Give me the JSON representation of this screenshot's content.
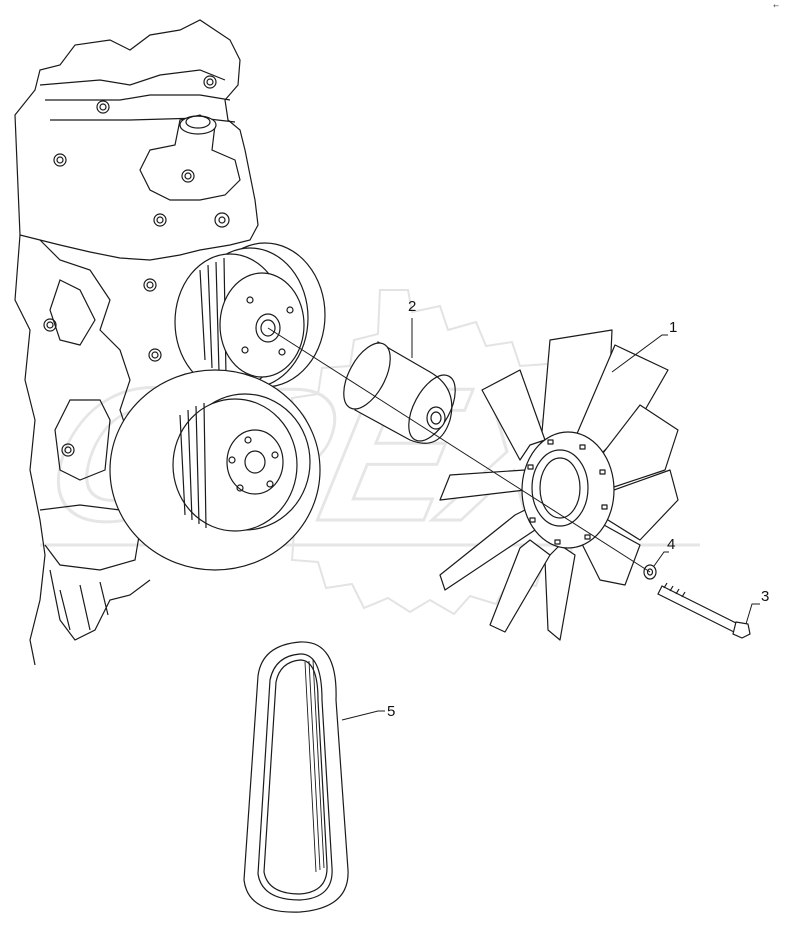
{
  "diagram": {
    "corner_mark": "←",
    "watermark_text": "OPEX",
    "callouts": [
      {
        "id": "1",
        "label": "1",
        "part": "fan"
      },
      {
        "id": "2",
        "label": "2",
        "part": "spacer"
      },
      {
        "id": "3",
        "label": "3",
        "part": "bolt"
      },
      {
        "id": "4",
        "label": "4",
        "part": "washer"
      },
      {
        "id": "5",
        "label": "5",
        "part": "belt"
      }
    ]
  },
  "colors": {
    "line": "#1a1a1a",
    "watermark": "#e9e9e9",
    "background": "#ffffff"
  }
}
